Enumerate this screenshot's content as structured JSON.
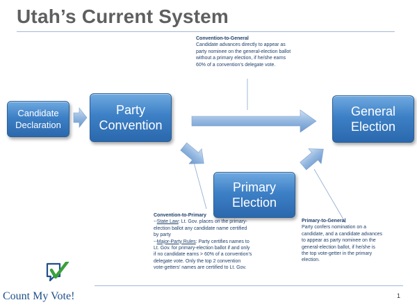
{
  "title": "Utah’s Current System",
  "boxes": {
    "candidate": {
      "line1": "Candidate",
      "line2": "Declaration"
    },
    "party": {
      "line1": "Party",
      "line2": "Convention"
    },
    "general": {
      "line1": "General",
      "line2": "Election"
    },
    "primary": {
      "line1": "Primary",
      "line2": "Election"
    }
  },
  "notes": {
    "convention_to_general": {
      "heading": "Convention-to-General",
      "lines": [
        "Candidate advances directly to appear as",
        "party nominee on the general-election ballot",
        "without a primary election, if he/she earns",
        "60% of a convention’s delegate vote."
      ]
    },
    "convention_to_primary": {
      "heading": "Convention-to-Primary",
      "state_law_prefix": "--",
      "state_law_label": "State Law",
      "state_law_rest": ": Lt. Gov. places on the primary-",
      "state_law_lines": [
        "election ballot any candidate name certified",
        "by party"
      ],
      "party_rules_prefix": "--",
      "party_rules_label": "Major-Party Rules",
      "party_rules_rest": ": Party certifies names to",
      "party_rules_lines": [
        "Lt. Gov. for primary-election ballot if and only",
        "if no candidate earns > 60% of a convention’s",
        "delegate vote. Only the top 2 convention",
        "vote-getters’ names are certified to Lt. Gov."
      ]
    },
    "primary_to_general": {
      "heading": "Primary-to-General",
      "lines": [
        "Party confers nomination on a",
        "candidate, and a candidate advances",
        "to appear as party nominee on the",
        "general-election ballot, if he/she is",
        "the top vote-getter in the primary",
        "election."
      ]
    }
  },
  "logo": {
    "text": "Count My Vote!"
  },
  "page_number": "1",
  "colors": {
    "box": "#3d80c6",
    "arrow": "#8fb3df",
    "title": "#5f5f5f",
    "note": "#1f3f6a"
  }
}
